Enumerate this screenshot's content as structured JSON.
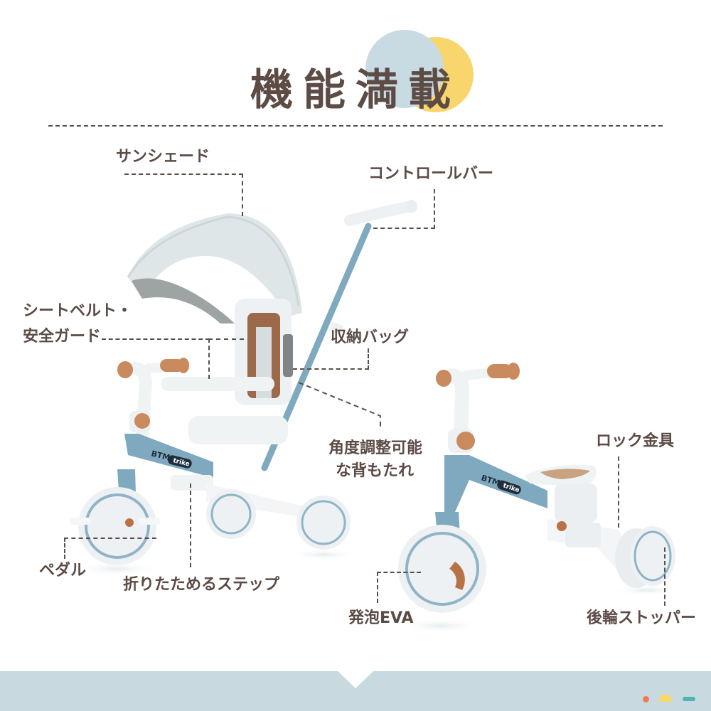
{
  "header": {
    "title": "機能満載",
    "accent_colors": {
      "blue_circle": "#c8dbe3",
      "yellow_circle": "#f8d56d",
      "text": "#5d4c45"
    }
  },
  "product": {
    "brand_text": "BTM",
    "brand_badge": "trike",
    "frame_color": "#7aa3bb",
    "grip_color": "#c98a5e",
    "body_color": "#f2f4f5"
  },
  "features": [
    {
      "id": "sunshade",
      "label": "サンシェード"
    },
    {
      "id": "control-bar",
      "label": "コントロールバー"
    },
    {
      "id": "seatbelt-guard",
      "label_line1": "シートベルト・",
      "label_line2": "安全ガード"
    },
    {
      "id": "storage-bag",
      "label": "収納バッグ"
    },
    {
      "id": "reclining-back",
      "label_line1": "角度調整可能",
      "label_line2": "な背もたれ"
    },
    {
      "id": "lock-fitting",
      "label": "ロック金具"
    },
    {
      "id": "pedal",
      "label": "ペダル"
    },
    {
      "id": "folding-step",
      "label": "折りたためるステップ"
    },
    {
      "id": "foam-eva",
      "label": "発泡EVA"
    },
    {
      "id": "rear-wheel-stopper",
      "label": "後輪ストッパー"
    }
  ],
  "footer": {
    "background": "#c8d9e0",
    "decor": [
      {
        "shape": "dot",
        "color": "#ef7a55"
      },
      {
        "shape": "cloud",
        "color": "#f7d96b"
      },
      {
        "shape": "bar",
        "color": "#4fb5b4"
      }
    ]
  }
}
